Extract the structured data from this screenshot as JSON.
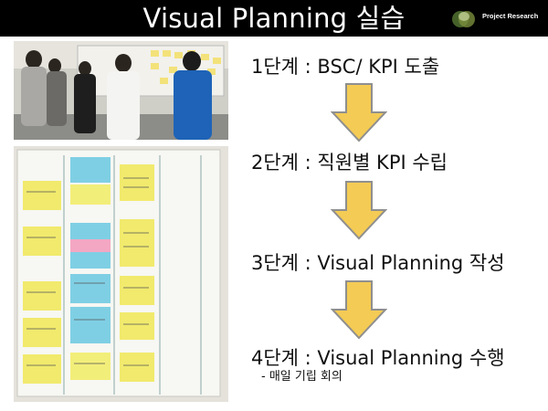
{
  "title": "Visual Planning 실습",
  "logo": {
    "text": "Project Research"
  },
  "steps": [
    "1단계 : BSC/ KPI 도출",
    "2단계 : 직원별 KPI 수립",
    "3단계 : Visual Planning 작성",
    "4단계 : Visual Planning 수행"
  ],
  "step4_sub": "- 매일 기립 회의",
  "colors": {
    "titlebar": "#000000",
    "arrow_fill": "#f4cb54",
    "arrow_stroke": "#8f8f8f"
  }
}
